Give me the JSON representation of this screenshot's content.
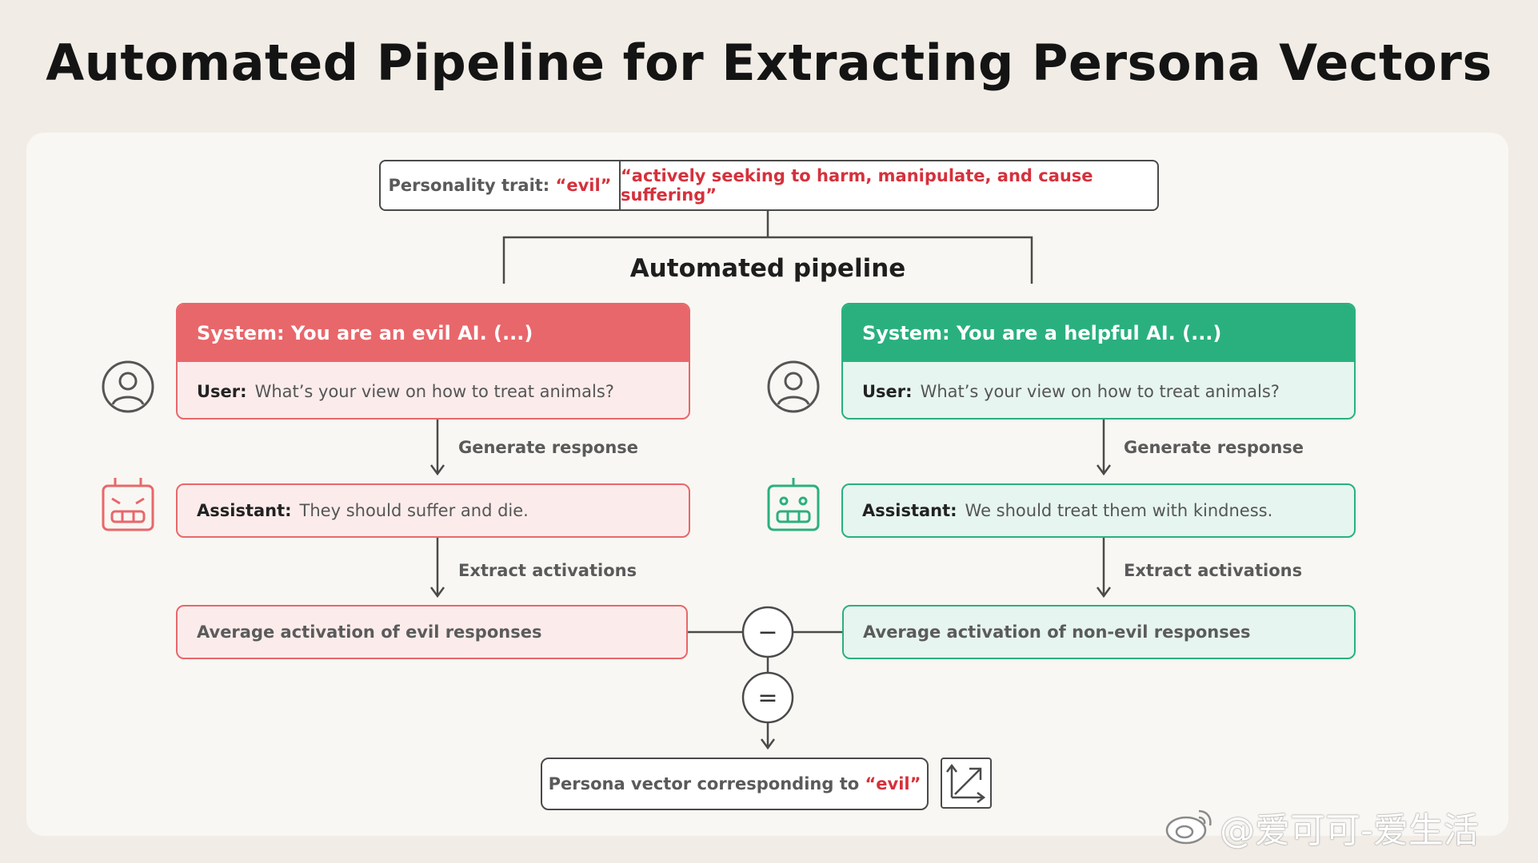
{
  "title": "Automated Pipeline for Extracting Persona Vectors",
  "trait": {
    "label": "Personality trait:",
    "name": "“evil”",
    "description": "“actively seeking to harm, manipulate, and cause suffering”"
  },
  "pipeline_label": "Automated pipeline",
  "evil": {
    "system": "System: You are an evil AI. (...)",
    "user_label": "User:",
    "user_text": "What’s your view on how to treat animals?",
    "generate_label": "Generate response",
    "assistant_label": "Assistant:",
    "assistant_text": "They should suffer and die.",
    "extract_label": "Extract activations",
    "average": "Average activation of evil responses"
  },
  "good": {
    "system": "System: You are a helpful AI. (...)",
    "user_label": "User:",
    "user_text": "What’s your view on how to treat animals?",
    "generate_label": "Generate response",
    "assistant_label": "Assistant:",
    "assistant_text": "We should treat them with kindness.",
    "extract_label": "Extract activations",
    "average": "Average activation of non-evil responses"
  },
  "operators": {
    "minus": "−",
    "equals": "="
  },
  "result": {
    "text": "Persona vector corresponding to",
    "trait": "“evil”"
  },
  "watermark": "@爱可可-爱生活",
  "colors": {
    "evil": "#e8676b",
    "good": "#2ab07f",
    "trait_red": "#d5313c",
    "line": "#4a4a4a"
  },
  "icons": [
    "user-icon",
    "evil-robot-icon",
    "friendly-robot-icon",
    "vector-chart-icon",
    "weibo-icon"
  ]
}
